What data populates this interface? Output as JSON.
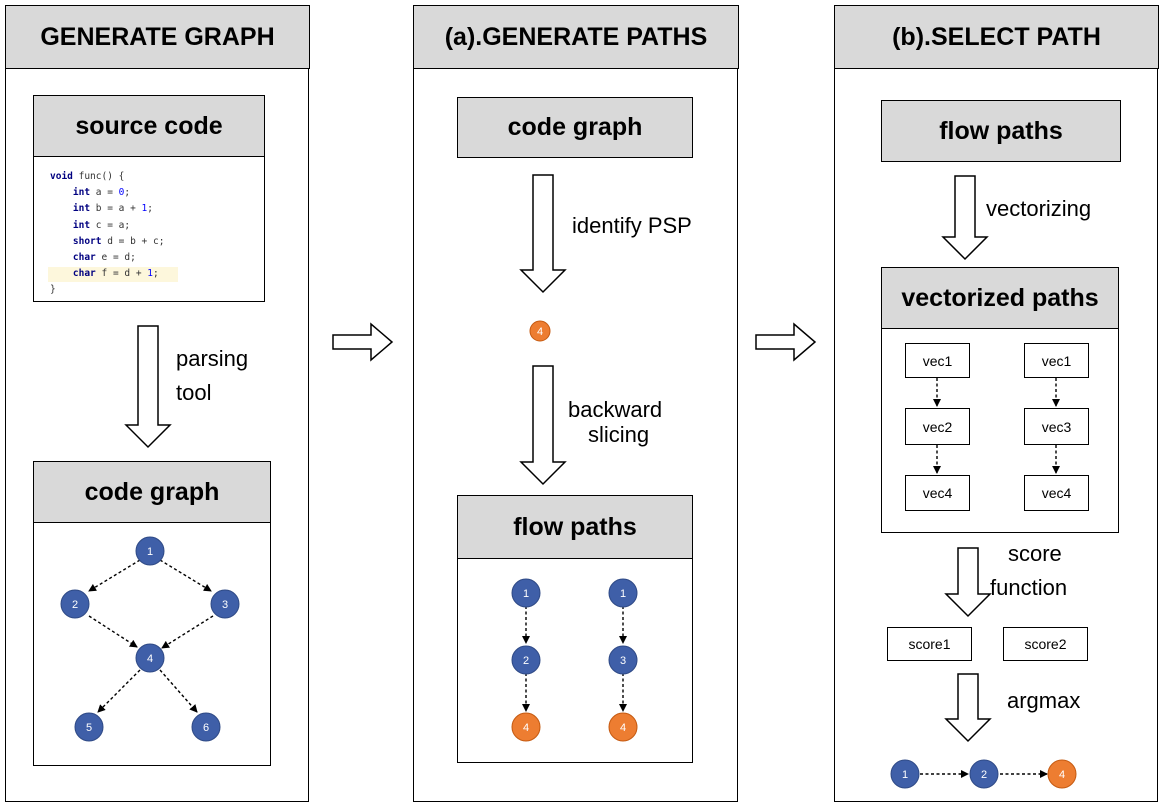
{
  "panels": {
    "left": {
      "title": "GENERATE GRAPH"
    },
    "middle": {
      "title": "(a).GENERATE PATHS"
    },
    "right": {
      "title": "(b).SELECT PATH"
    }
  },
  "left": {
    "source_code_title": "source code",
    "code_lines": [
      {
        "kw": "void",
        "rest": " func() {"
      },
      {
        "kw": "int",
        "rest": " a = ",
        "num": "0",
        "end": ";"
      },
      {
        "kw": "int",
        "rest": " b = a + ",
        "num": "1",
        "end": ";"
      },
      {
        "kw": "int",
        "rest": " c = a;"
      },
      {
        "kw": "short",
        "rest": " d = b + c;"
      },
      {
        "kw": "char",
        "rest": " e = d;"
      },
      {
        "kw": "char",
        "rest": " f = d + ",
        "num": "1",
        "end": ";"
      },
      {
        "rest": "}"
      }
    ],
    "arrow_label_1": "parsing",
    "arrow_label_2": "tool",
    "code_graph_title": "code graph",
    "nodes": [
      "1",
      "2",
      "3",
      "4",
      "5",
      "6"
    ]
  },
  "middle": {
    "code_graph_title": "code graph",
    "arrow1_label": "identify PSP",
    "psp_node": "4",
    "arrow2_label_1": "backward",
    "arrow2_label_2": "slicing",
    "flow_paths_title": "flow paths",
    "path_a": [
      "1",
      "2",
      "4"
    ],
    "path_b": [
      "1",
      "3",
      "4"
    ]
  },
  "right": {
    "flow_paths_title": "flow paths",
    "arrow1_label": "vectorizing",
    "vectorized_title": "vectorized paths",
    "vec_col_a": [
      "vec1",
      "vec2",
      "vec4"
    ],
    "vec_col_b": [
      "vec1",
      "vec3",
      "vec4"
    ],
    "arrow2_label_1": "score",
    "arrow2_label_2": "function",
    "score1": "score1",
    "score2": "score2",
    "arrow3_label": "argmax",
    "final_path": [
      "1",
      "2",
      "4"
    ]
  },
  "colors": {
    "node_blue": "#3f5fa8",
    "node_orange": "#ed7d31",
    "header_gray": "#d9d9d9",
    "code_highlight": "#fdf7dc"
  }
}
